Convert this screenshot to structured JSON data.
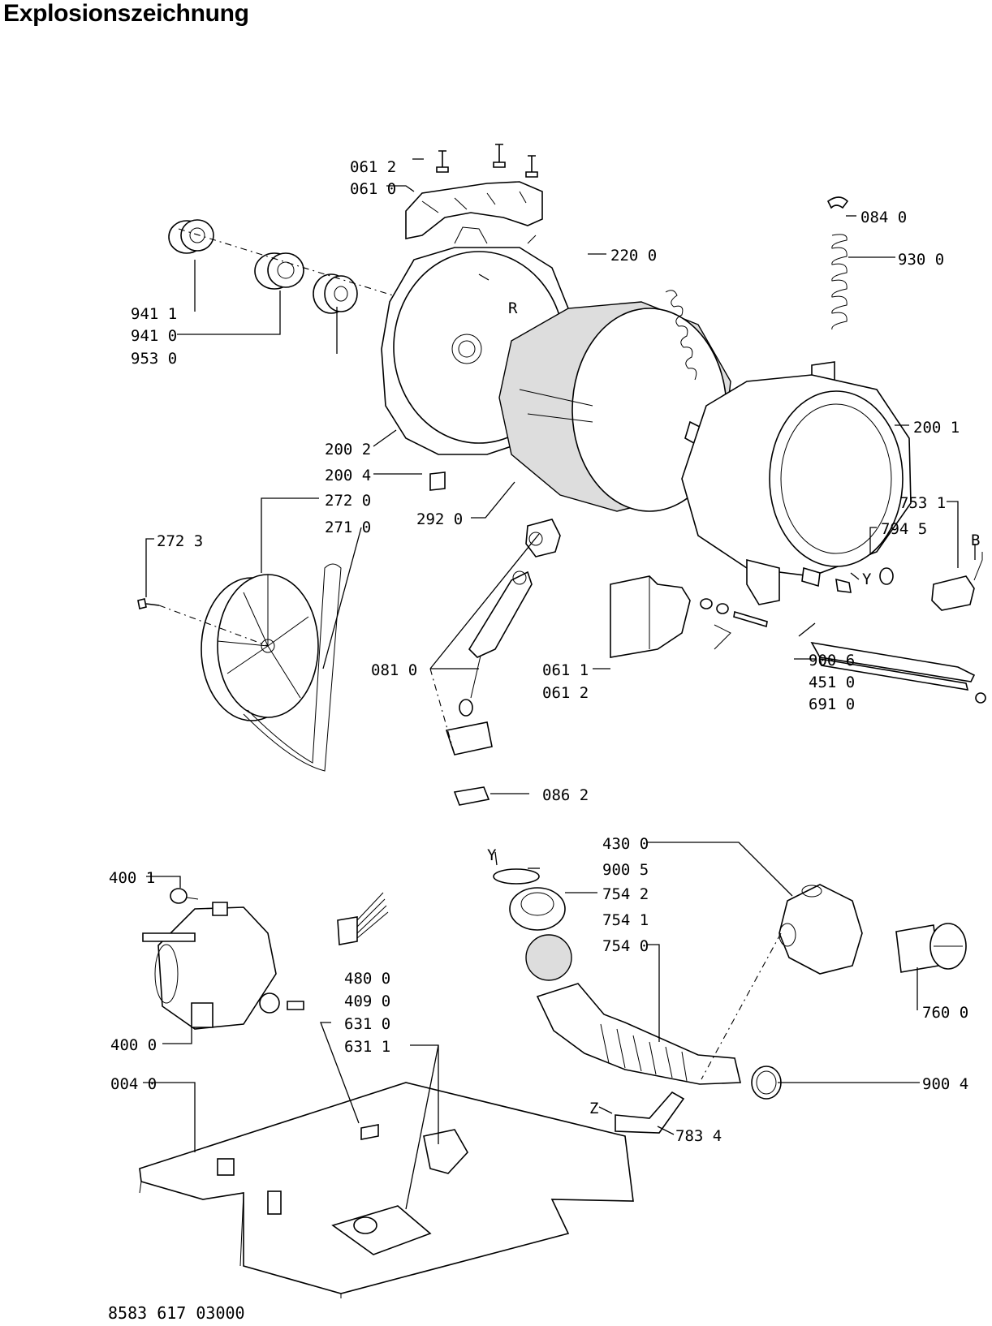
{
  "title": "Explosionszeichnung",
  "document_number": "8583 617 03000",
  "part_labels": [
    {
      "id": "lbl-061-2-top",
      "text": "061 2"
    },
    {
      "id": "lbl-061-0",
      "text": "061 0"
    },
    {
      "id": "lbl-084-0",
      "text": "084 0"
    },
    {
      "id": "lbl-220-0",
      "text": "220 0"
    },
    {
      "id": "lbl-930-0",
      "text": "930 0"
    },
    {
      "id": "lbl-R",
      "text": "R"
    },
    {
      "id": "lbl-941-1",
      "text": "941 1"
    },
    {
      "id": "lbl-941-0",
      "text": "941 0"
    },
    {
      "id": "lbl-953-0",
      "text": "953 0"
    },
    {
      "id": "lbl-200-1",
      "text": "200 1"
    },
    {
      "id": "lbl-200-2",
      "text": "200 2"
    },
    {
      "id": "lbl-200-4",
      "text": "200 4"
    },
    {
      "id": "lbl-272-0",
      "text": "272 0"
    },
    {
      "id": "lbl-271-0",
      "text": "271 0"
    },
    {
      "id": "lbl-292-0",
      "text": "292 0"
    },
    {
      "id": "lbl-272-3",
      "text": "272 3"
    },
    {
      "id": "lbl-753-1",
      "text": "753 1"
    },
    {
      "id": "lbl-794-5",
      "text": "794 5"
    },
    {
      "id": "lbl-B",
      "text": "B"
    },
    {
      "id": "lbl-Y-top",
      "text": "Y"
    },
    {
      "id": "lbl-081-0",
      "text": "081 0"
    },
    {
      "id": "lbl-061-1",
      "text": "061 1"
    },
    {
      "id": "lbl-061-2-mid",
      "text": "061 2"
    },
    {
      "id": "lbl-900-6",
      "text": "900 6"
    },
    {
      "id": "lbl-451-0",
      "text": "451 0"
    },
    {
      "id": "lbl-691-0",
      "text": "691 0"
    },
    {
      "id": "lbl-086-2",
      "text": "086 2"
    },
    {
      "id": "lbl-430-0",
      "text": "430 0"
    },
    {
      "id": "lbl-Y-bottom",
      "text": "Y"
    },
    {
      "id": "lbl-900-5",
      "text": "900 5"
    },
    {
      "id": "lbl-754-2",
      "text": "754 2"
    },
    {
      "id": "lbl-754-1",
      "text": "754 1"
    },
    {
      "id": "lbl-754-0",
      "text": "754 0"
    },
    {
      "id": "lbl-400-1",
      "text": "400 1"
    },
    {
      "id": "lbl-480-0",
      "text": "480 0"
    },
    {
      "id": "lbl-409-0",
      "text": "409 0"
    },
    {
      "id": "lbl-631-0",
      "text": "631 0"
    },
    {
      "id": "lbl-631-1",
      "text": "631 1"
    },
    {
      "id": "lbl-400-0",
      "text": "400 0"
    },
    {
      "id": "lbl-760-0",
      "text": "760 0"
    },
    {
      "id": "lbl-004-0",
      "text": "004 0"
    },
    {
      "id": "lbl-900-4",
      "text": "900 4"
    },
    {
      "id": "lbl-Z",
      "text": "Z"
    },
    {
      "id": "lbl-783-4",
      "text": "783 4"
    }
  ]
}
